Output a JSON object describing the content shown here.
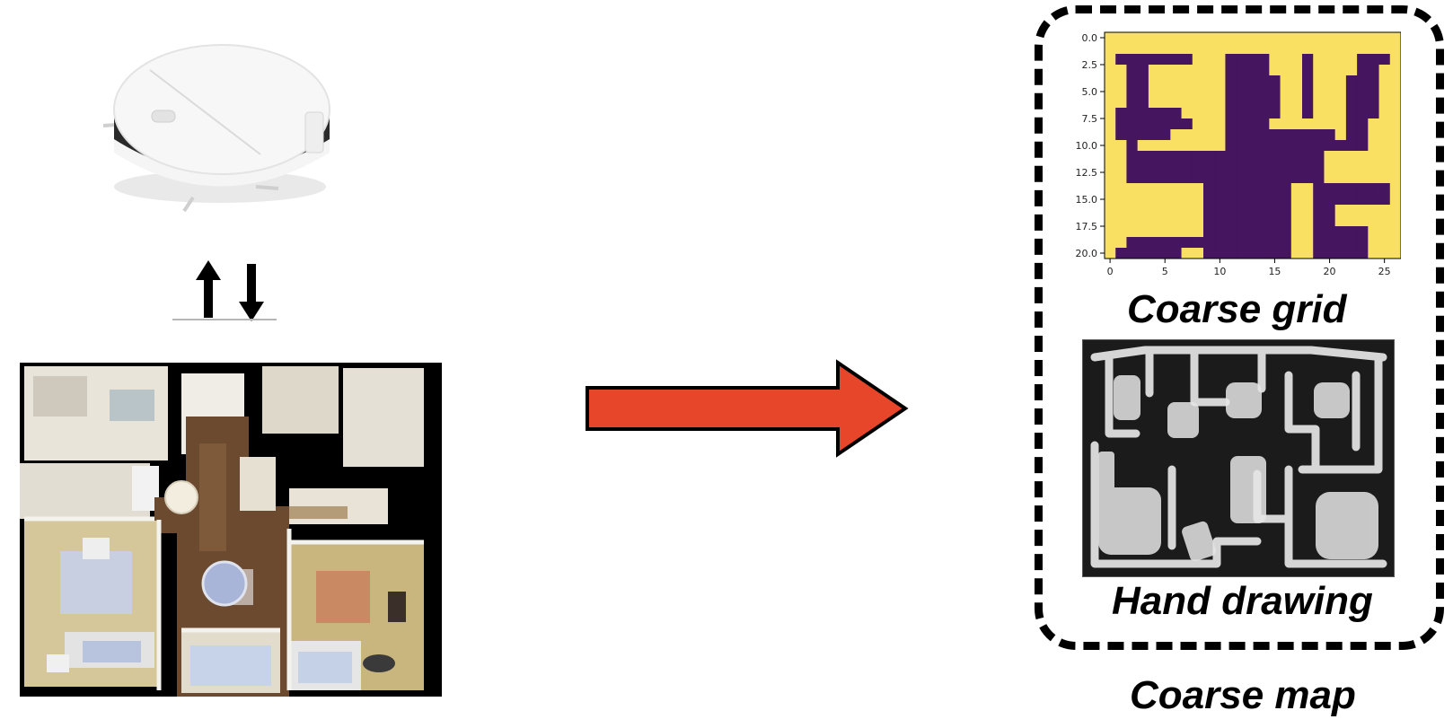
{
  "captions": {
    "coarse_grid": "Coarse grid",
    "hand_drawing": "Hand drawing",
    "coarse_map": "Coarse map"
  },
  "icons": {
    "robot": "robot-vacuum-icon",
    "up": "arrow-up-icon",
    "down": "arrow-down-icon",
    "flow": "arrow-right-icon"
  },
  "colors": {
    "flow_arrow": "#e8462a",
    "grid_free": "#f9e063",
    "grid_occupied": "#45155f",
    "drawing_bg": "#1b1b1b",
    "drawing_stroke": "#e6e6e6"
  },
  "chart_data": {
    "type": "heatmap",
    "title": "",
    "xlabel": "",
    "ylabel": "",
    "xticks": [
      "0",
      "5",
      "10",
      "15",
      "20",
      "25"
    ],
    "yticks": [
      "0.0",
      "2.5",
      "5.0",
      "7.5",
      "10.0",
      "12.5",
      "15.0",
      "17.5",
      "20.0"
    ],
    "xlim": [
      0,
      27
    ],
    "ylim": [
      0,
      21
    ],
    "grid": false,
    "rows": [
      "000000000000000000000000000",
      "000000000000000000000000000",
      "011111110001111000100001110",
      "001100000001111000100001100",
      "001100000001111100100011100",
      "001100000001111100100011100",
      "001100000001111100100011100",
      "011111100001111100100011100",
      "011111110001111000000011000",
      "011111000001111111111011000",
      "001000000001111111111111000",
      "001111111111111111110000000",
      "001111111111111111110000000",
      "001111111111111111110000000",
      "000000000111111110011111110",
      "000000000111111110011111110",
      "000000000111111110011000000",
      "000000000111111110011000000",
      "000000000111111110011111000",
      "001111111111111110011111000",
      "011111100111111110011111000"
    ]
  }
}
